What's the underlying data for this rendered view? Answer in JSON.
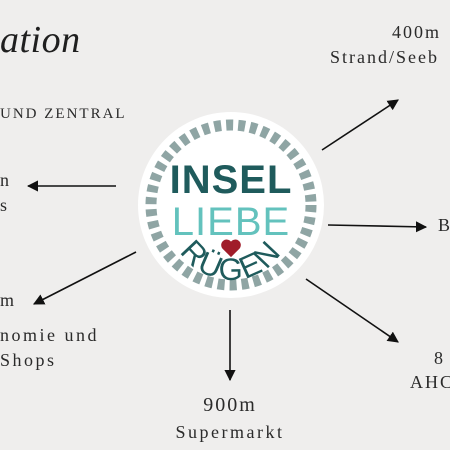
{
  "header": {
    "title": "ation",
    "subtitle": "UND ZENTRAL"
  },
  "destinations": {
    "top_left": {
      "line1": "n",
      "line2": "s"
    },
    "left_mid": {
      "distance": "m",
      "line1": "nomie und",
      "line2": "Shops"
    },
    "top_right": {
      "distance": "400m",
      "label": "Strand/Seeb"
    },
    "right_mid": {
      "label": "B"
    },
    "bottom_right": {
      "distance": "8",
      "label": "AHC"
    },
    "bottom": {
      "distance": "900m",
      "label": "Supermarkt"
    }
  },
  "logo": {
    "line1": "INSEL",
    "line2": "LIEBE",
    "line3": "RÜGEN",
    "colors": {
      "dark": "#1f5b5c",
      "light": "#63c2bd",
      "heart": "#a01d2a",
      "rope": "#8fa5a4"
    }
  }
}
